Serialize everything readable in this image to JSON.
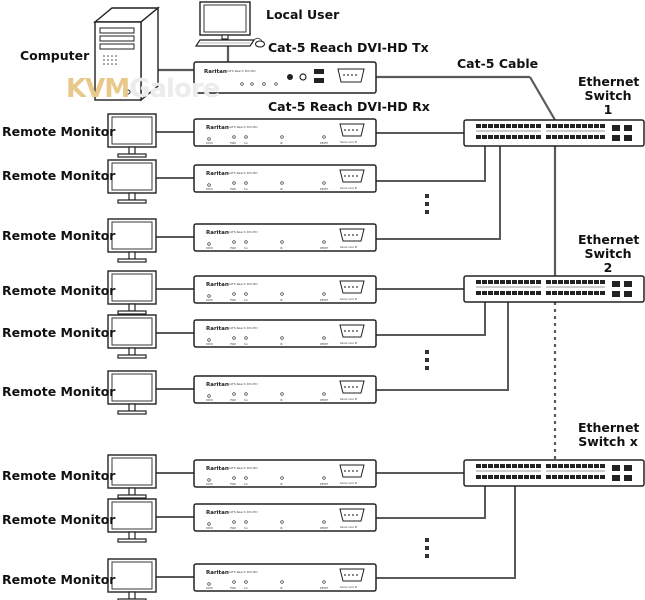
{
  "labels": {
    "computer": "Computer",
    "local_user": "Local User",
    "tx": "Cat-5 Reach DVI-HD Tx",
    "rx": "Cat-5 Reach DVI-HD Rx",
    "cable": "Cat-5 Cable",
    "remote_monitor": "Remote Monitor",
    "switch1": "Ethernet\nSwitch 1",
    "switch2": "Ethernet\nSwitch 2",
    "switchx": "Ethernet\nSwitch x"
  },
  "watermark": {
    "part1": "KVM",
    "part2": "Galore"
  },
  "device": {
    "brand": "Raritan",
    "model": "CATS Reach DVI-HD",
    "serial": "Serial over IP",
    "leds": [
      "DDIO",
      "PWR",
      "1G",
      "IR",
      "RESET"
    ]
  },
  "groups": [
    {
      "switch": "switch1",
      "monitors": 3
    },
    {
      "switch": "switch2",
      "monitors": 3
    },
    {
      "switch": "switchx",
      "monitors": 3
    }
  ],
  "colors": {
    "line": "#5a5a5a",
    "dark": "#222222",
    "watermark_orange": "#e8c98a"
  }
}
